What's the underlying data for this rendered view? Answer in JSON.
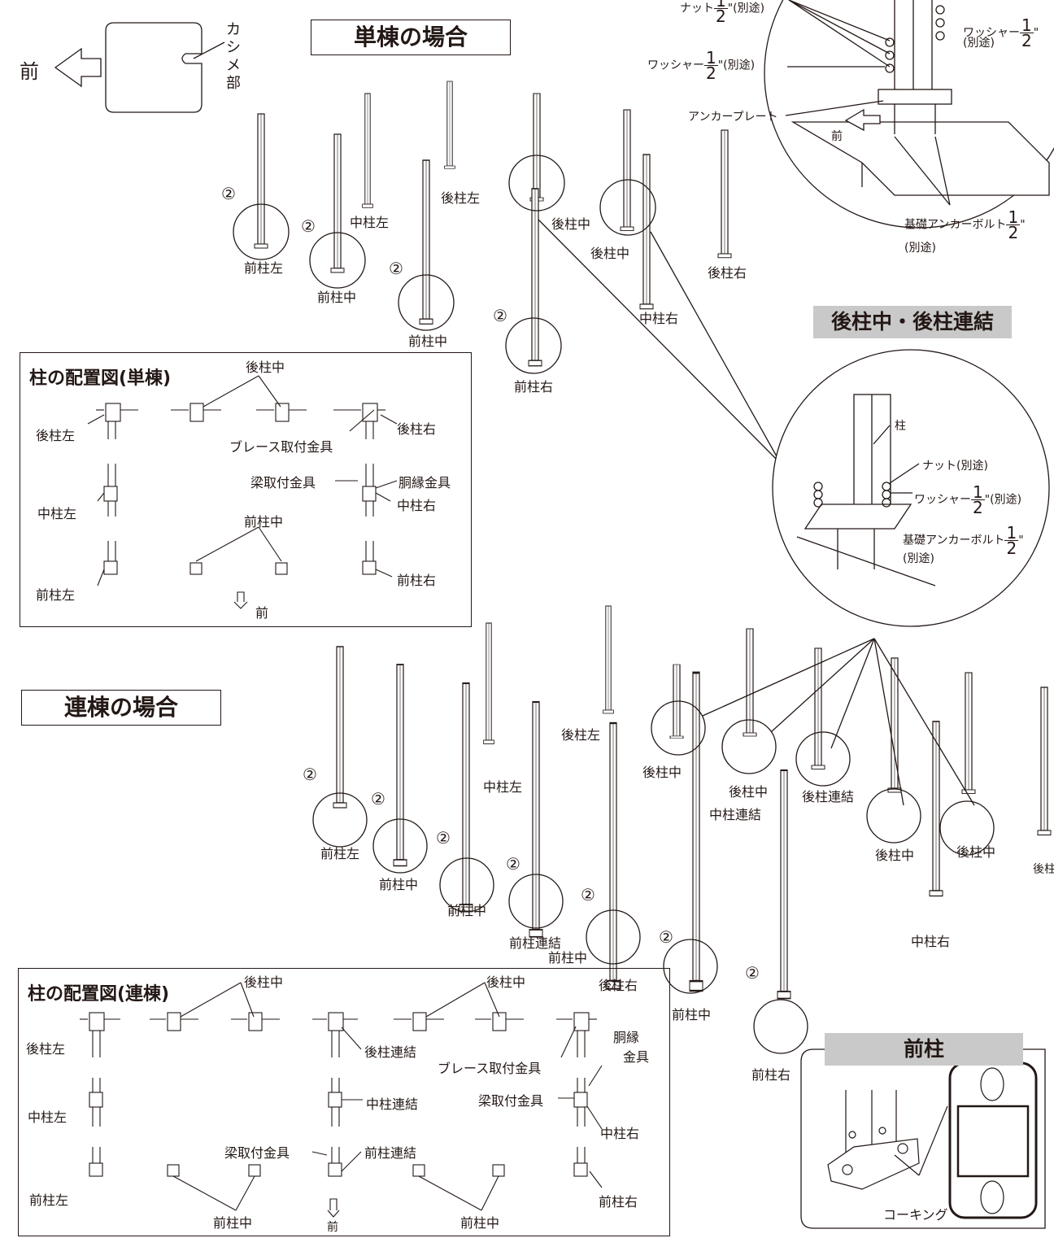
{
  "single": {
    "heading": "単棟の場合",
    "front_label": "前",
    "kashime_label": "カシメ部",
    "marker": "②",
    "posts": {
      "front_left": "前柱左",
      "front_mid_a": "前柱中",
      "front_mid_b": "前柱中",
      "front_right": "前柱右",
      "mid_left": "中柱左",
      "mid_right": "中柱右",
      "back_left": "後柱左",
      "back_mid_a": "後柱中",
      "back_mid_b": "後柱中",
      "back_right": "後柱右"
    }
  },
  "detail_top": {
    "nut": "ナット",
    "nut_size_tail": "\"(別途)",
    "washer_right": "ワッシャー",
    "washer_right_tail": "\"",
    "washer_right_sub": "(別途)",
    "washer_left": "ワッシャー",
    "washer_left_tail": "\"(別途)",
    "anchor_plate": "アンカープレート",
    "front": "前",
    "foundation_bolt": "基礎アンカーボルト",
    "foundation_bolt_tail": "\"",
    "foundation_bolt_sub": "(別途)",
    "frac_num": "1",
    "frac_den": "2"
  },
  "joint_heading": "後柱中・後柱連結",
  "detail_joint": {
    "post": "柱",
    "nut": "ナット(別途)",
    "washer": "ワッシャー",
    "washer_tail": "\"(別途)",
    "foundation_bolt": "基礎アンカーボルト",
    "foundation_bolt_tail": "\"",
    "foundation_bolt_sub": "(別途)",
    "frac_num": "1",
    "frac_den": "2"
  },
  "layout_single": {
    "title": "柱の配置図(単棟)",
    "back_mid": "後柱中",
    "back_left": "後柱左",
    "back_right": "後柱右",
    "brace_bracket": "ブレース取付金具",
    "beam_bracket": "梁取付金具",
    "girt_bracket": "胴縁金具",
    "mid_left": "中柱左",
    "mid_right": "中柱右",
    "front_mid": "前柱中",
    "front_left": "前柱左",
    "front_right": "前柱右",
    "front": "前"
  },
  "multi": {
    "heading": "連棟の場合",
    "marker": "②",
    "posts": {
      "front_left": "前柱左",
      "front_mid_a": "前柱中",
      "front_mid_b": "前柱中",
      "front_link": "前柱連結",
      "front_mid_c": "前柱中",
      "front_mid_d": "前柱中",
      "front_right": "前柱右",
      "mid_left": "中柱左",
      "mid_link": "中柱連結",
      "mid_right": "中柱右",
      "back_left": "後柱左",
      "back_mid_a": "後柱中",
      "back_mid_b": "後柱中",
      "back_link": "後柱連結",
      "back_mid_c": "後柱中",
      "back_mid_d": "後柱中",
      "back_right_cut": "後柱"
    }
  },
  "layout_multi": {
    "title": "柱の配置図(連棟)",
    "back_mid_a": "後柱中",
    "back_mid_b": "後柱中",
    "back_right": "後柱右",
    "back_left": "後柱左",
    "back_link": "後柱連結",
    "brace_bracket": "ブレース取付金具",
    "girt_bracket_1": "胴縁",
    "girt_bracket_2": "金具",
    "mid_left": "中柱左",
    "mid_link": "中柱連結",
    "beam_bracket_a": "梁取付金具",
    "mid_right": "中柱右",
    "beam_bracket_b": "梁取付金具",
    "front_link": "前柱連結",
    "front_left": "前柱左",
    "front_mid_a": "前柱中",
    "front": "前",
    "front_mid_b": "前柱中",
    "front_right": "前柱右"
  },
  "front_post_detail": {
    "heading": "前柱",
    "caulking": "コーキング"
  }
}
